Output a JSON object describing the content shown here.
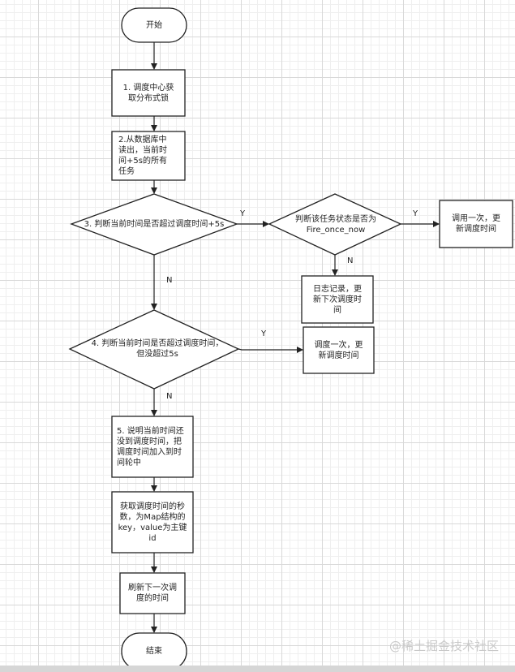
{
  "nodes": {
    "start": "开始",
    "step1": "1. 调度中心获\n取分布式锁",
    "step2": "2.从数据库中\n读出，当前时\n间+5s的所有\n任务",
    "decision3": "3. 判断当前时间是否超过调度时间+5s",
    "decision_fire": "判断该任务状态是否为\nFire_once_now",
    "call_once": "调用一次，更\n新调度时间",
    "log_record": "日志记录，更\n新下次调度时\n间",
    "decision4": "4. 判断当前时间是否超过调度时间，\n但没超过5s",
    "schedule_once": "调度一次，更\n新调度时间",
    "step5": "5. 说明当前时间还\n没到调度时间，把\n调度时间加入到时\n间轮中",
    "get_seconds": "获取调度时间的秒\n数，为Map结构的\nkey，value为主键\nid",
    "refresh_next": "刷新下一次调\n度的时间",
    "end": "结束"
  },
  "edges": {
    "d3_yes": "Y",
    "d3_no": "N",
    "fire_yes": "Y",
    "fire_no": "N",
    "d4_yes": "Y",
    "d4_no": "N"
  },
  "watermark": "@稀土掘金技术社区"
}
